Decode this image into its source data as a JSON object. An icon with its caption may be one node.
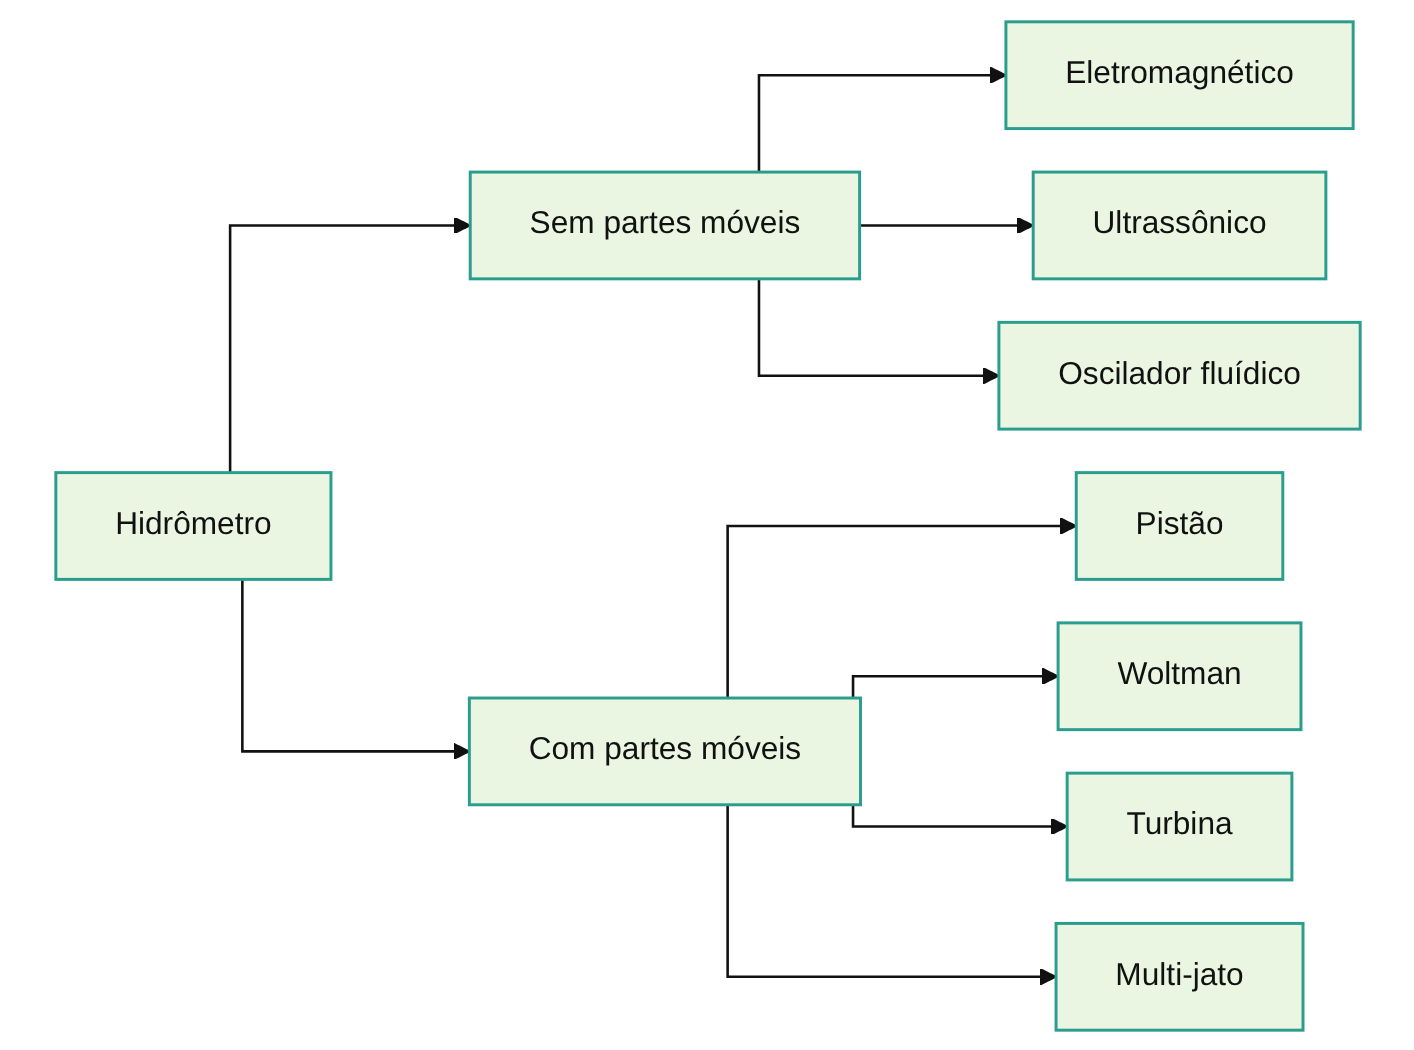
{
  "diagram": {
    "nodes": [
      {
        "text": [
          "Hidrômetro"
        ]
      },
      {
        "text": [
          "Sem partes móveis"
        ]
      },
      {
        "text": [
          "Eletromagnético"
        ]
      },
      {
        "text": [
          "Ultrassônico"
        ]
      },
      {
        "text": [
          "Oscilador fluídico"
        ]
      },
      {
        "text": [
          "Com partes móveis"
        ]
      },
      {
        "text": [
          "Pistão"
        ]
      },
      {
        "text": [
          "Woltman"
        ]
      },
      {
        "text": [
          "Turbina"
        ]
      },
      {
        "text": [
          "Multi-jato"
        ]
      }
    ],
    "edges": [
      {
        "from": 0,
        "to": 1,
        "arrow": "to"
      },
      {
        "from": 1,
        "to": 2,
        "arrow": "to"
      },
      {
        "from": 1,
        "to": 3,
        "arrow": "to"
      },
      {
        "from": 1,
        "to": 4,
        "arrow": "to"
      },
      {
        "from": 0,
        "to": 5,
        "arrow": "to"
      },
      {
        "from": 5,
        "to": 6,
        "arrow": "to"
      },
      {
        "from": 5,
        "to": 7,
        "arrow": "to"
      },
      {
        "from": 5,
        "to": 8,
        "arrow": "to"
      },
      {
        "from": 5,
        "to": 9,
        "arrow": "to"
      }
    ]
  }
}
